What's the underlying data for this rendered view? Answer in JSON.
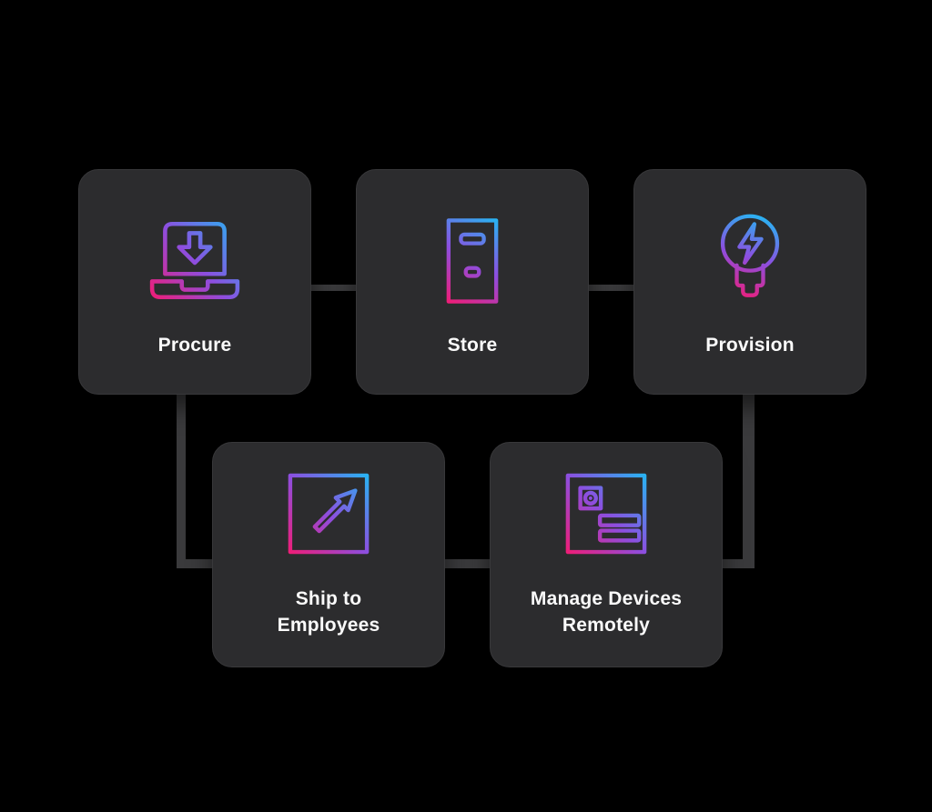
{
  "diagram": {
    "name": "device-lifecycle-flow",
    "nodes": [
      {
        "id": "procure",
        "label": "Procure",
        "icon": "laptop-download-icon"
      },
      {
        "id": "store",
        "label": "Store",
        "icon": "storage-cabinet-icon"
      },
      {
        "id": "provision",
        "label": "Provision",
        "icon": "lightbulb-bolt-icon"
      },
      {
        "id": "ship",
        "label": "Ship to Employees",
        "label_lines": [
          "Ship to",
          "Employees"
        ],
        "icon": "arrow-out-square-icon"
      },
      {
        "id": "manage",
        "label": "Manage Devices Remotely",
        "label_lines": [
          "Manage Devices",
          "Remotely"
        ],
        "icon": "device-panel-icon"
      }
    ],
    "edges": [
      {
        "from": "procure",
        "to": "store",
        "style": "straight"
      },
      {
        "from": "store",
        "to": "provision",
        "style": "straight"
      },
      {
        "from": "procure",
        "to": "ship",
        "style": "elbow"
      },
      {
        "from": "provision",
        "to": "manage",
        "style": "elbow"
      },
      {
        "from": "ship",
        "to": "manage",
        "style": "straight"
      }
    ]
  },
  "colors": {
    "canvas_bg": "#000000",
    "card_bg": "#2c2c2e",
    "card_border": "#38383a",
    "connector": "#3a3a3c",
    "label": "#fafafa",
    "gradient_start": "#ED1E79",
    "gradient_mid": "#8C4FE0",
    "gradient_end": "#2AB2F2"
  }
}
